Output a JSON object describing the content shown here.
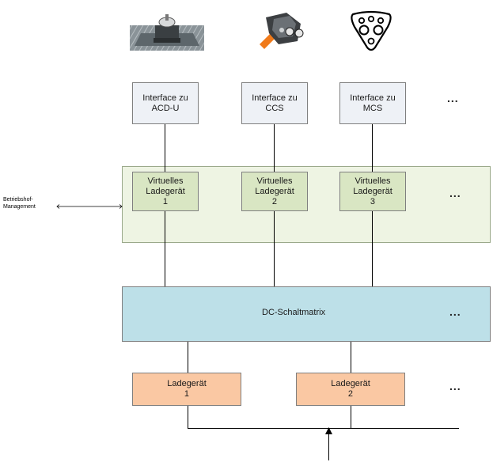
{
  "interfaces": [
    {
      "label": "Interface zu\nACD-U"
    },
    {
      "label": "Interface zu\nCCS"
    },
    {
      "label": "Interface zu\nMCS"
    }
  ],
  "interfaces_more": "...",
  "virtual_chargers": [
    {
      "label": "Virtuelles\nLadegerät\n1"
    },
    {
      "label": "Virtuelles\nLadegerät\n2"
    },
    {
      "label": "Virtuelles\nLadegerät\n3"
    }
  ],
  "virtual_more": "...",
  "depot_management": "Betriebshof-\nManagement",
  "dc_matrix": {
    "label": "DC-Schaltmatrix",
    "more": "..."
  },
  "chargers": [
    {
      "label": "Ladegerät\n1"
    },
    {
      "label": "Ladegerät\n2"
    }
  ],
  "chargers_more": "...",
  "icons": [
    "pantograph-dome-icon",
    "ccs-plug-icon",
    "mcs-connector-icon"
  ]
}
